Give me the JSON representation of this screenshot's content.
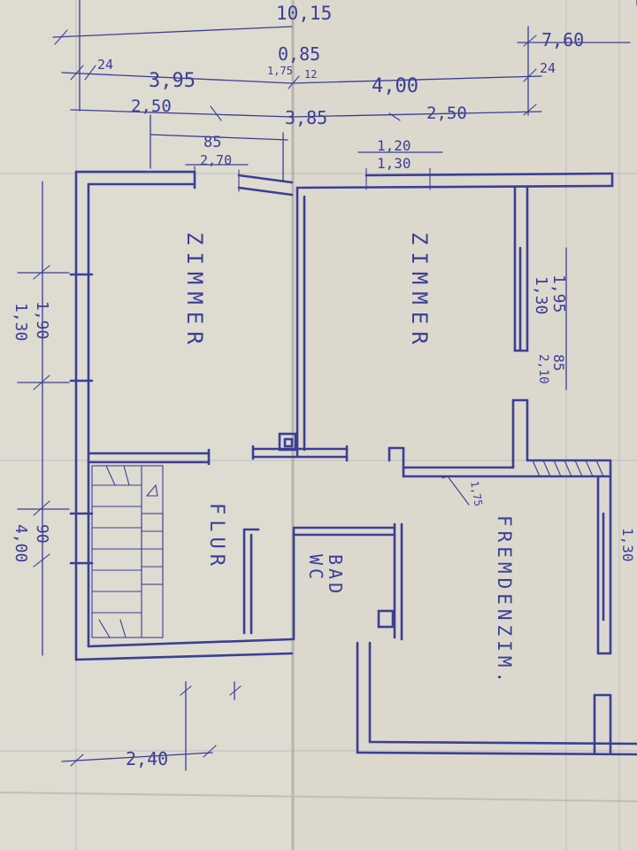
{
  "rooms": {
    "zimmer_left": "ZIMMER",
    "zimmer_right": "ZIMMER",
    "flur": "FLUR",
    "bad": "BAD",
    "wc": "WC",
    "fremdenzim": "FREMDENZIM."
  },
  "dims": {
    "total_top": "10,15",
    "total_right": "7,60",
    "d_24_left": "24",
    "d_24_right": "24",
    "d_395": "3,95",
    "d_085_top": "0,85",
    "d_175_top": "1,75",
    "d_12": "12",
    "d_400": "4,00",
    "d_250_left": "2,50",
    "d_385": "3,85",
    "d_250_right": "2,50",
    "d_085_mid": "85",
    "d_270": "2,70",
    "d_120": "1,20",
    "d_130_top": "1,30",
    "d_190": "1,90",
    "d_130_left": "1,30",
    "d_195": "1,95",
    "d_130_right": "1,30",
    "d_085_right": "85",
    "d_210": "2,10",
    "d_175_mid": "1,75",
    "d_090": "90",
    "d_400_left": "4,00",
    "d_130_edge": "1,30",
    "d_240": "2,40"
  }
}
